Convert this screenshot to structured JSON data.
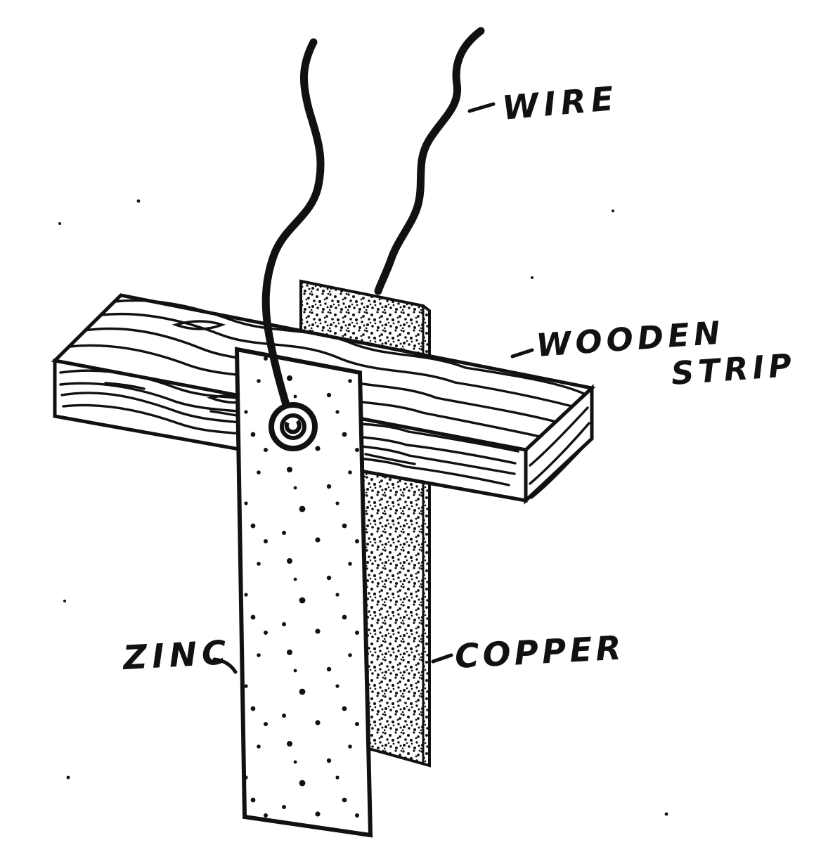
{
  "labels": {
    "wire": "WIRE",
    "wooden_strip_line1": "WOODEN",
    "wooden_strip_line2": "STRIP",
    "zinc": "ZINC",
    "copper": "COPPER"
  },
  "colors": {
    "ink": "#111111",
    "paper": "#ffffff"
  }
}
